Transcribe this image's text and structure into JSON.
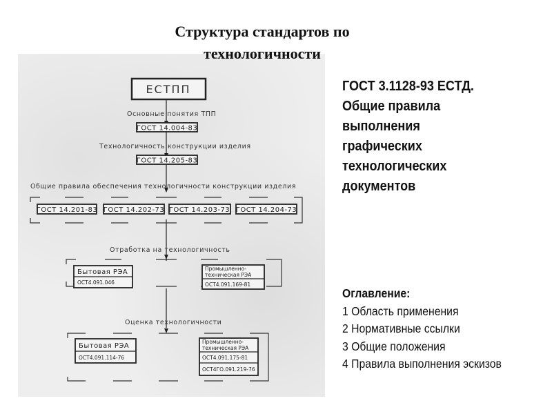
{
  "title": {
    "line1": "Структура стандартов по",
    "line2": "технологичности"
  },
  "diagram": {
    "root": "ЕСТПП",
    "label_basic": "Основные понятия ТПП",
    "gost_basic": "ГОСТ 14.004-83",
    "label_design": "Технологичность конструкции изделия",
    "gost_design": "ГОСТ 14.205-83",
    "label_rules": "Общие правила обеспечения технологичности конструкции изделия",
    "rules_gosts": [
      "ГОСТ 14.201-83",
      "ГОСТ 14.202-73",
      "ГОСТ 14.203-73",
      "ГОСТ 14.204-73"
    ],
    "label_testing": "Отработка на технологичность",
    "testing_household_title": "Бытовая РЭА",
    "testing_household_code": "ОСТ4.091.046",
    "testing_industrial_title_1": "Промышленно-",
    "testing_industrial_title_2": "техническая РЭА",
    "testing_industrial_code": "ОСТ4.091.169-81",
    "label_evaluation": "Оценка технологичности",
    "eval_household_title": "Бытовая РЭА",
    "eval_household_code": "ОСТ4.091.114-76",
    "eval_industrial_title_1": "Промышленно-",
    "eval_industrial_title_2": "техническая РЭА",
    "eval_industrial_code_1": "ОСТ4.091.175-81",
    "eval_industrial_code_2": "ОСТ4ГО.091.219-76"
  },
  "right": {
    "heading_lines": [
      "ГОСТ 3.1128-93 ЕСТД.",
      "Общие правила",
      "выполнения",
      "графических",
      "технологических",
      "документов"
    ],
    "toc_title": "Оглавление:",
    "toc_items": [
      "1 Область применения",
      "2 Нормативные ссылки",
      "3 Общие положения",
      "4 Правила выполнения эскизов"
    ]
  }
}
